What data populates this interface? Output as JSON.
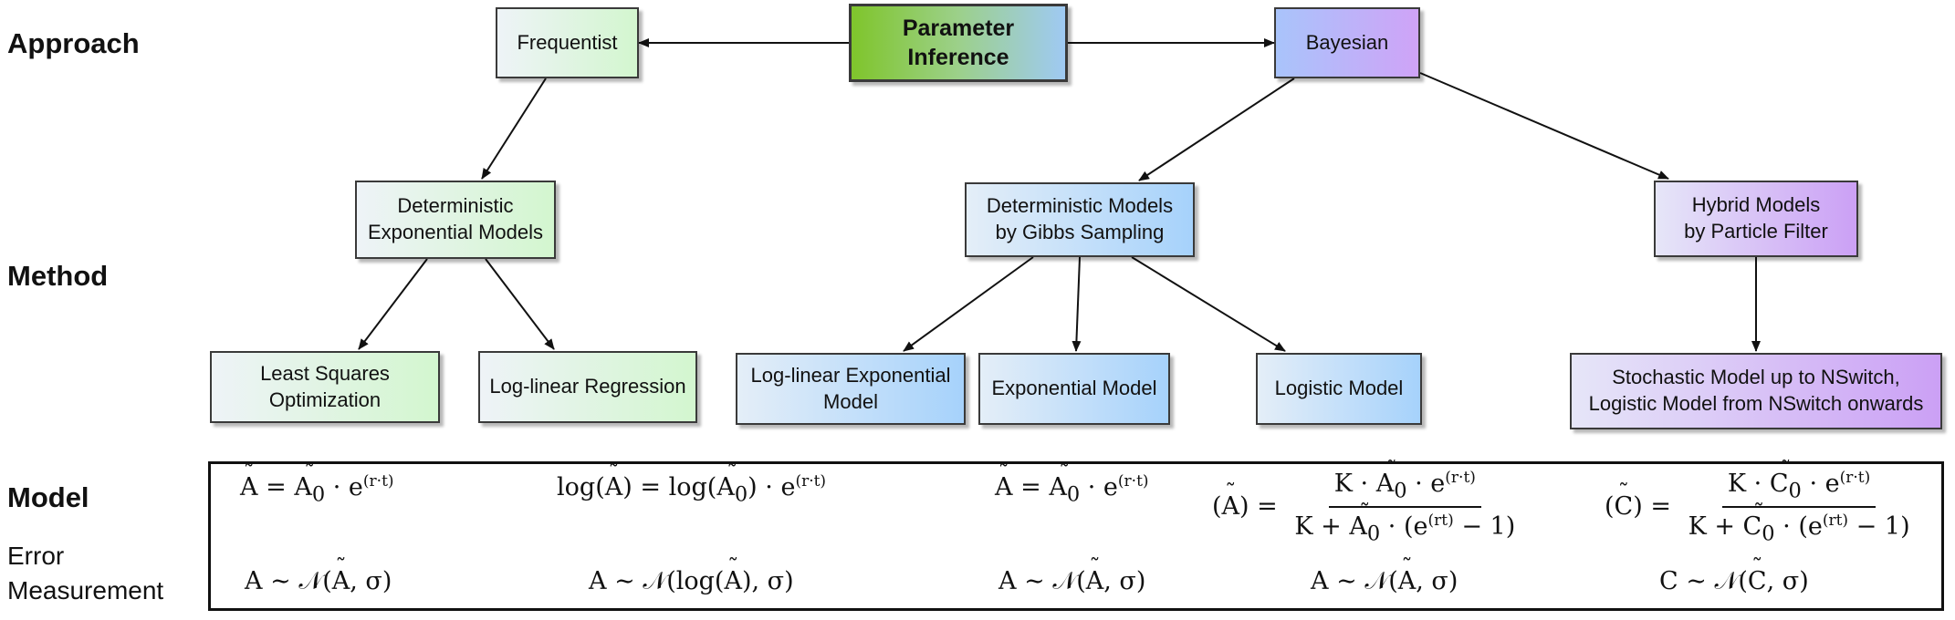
{
  "row_labels": {
    "approach": "Approach",
    "method": "Method",
    "model": "Model",
    "error_line1": "Error",
    "error_line2": "Measurement"
  },
  "nodes": {
    "root": {
      "line1": "Parameter",
      "line2": "Inference"
    },
    "frequentist": "Frequentist",
    "bayesian": "Bayesian",
    "deterministic_exponential": {
      "line1": "Deterministic",
      "line2": "Exponential Models"
    },
    "gibbs": {
      "line1": "Deterministic Models",
      "line2": "by Gibbs Sampling"
    },
    "hybrid": {
      "line1": "Hybrid Models",
      "line2": "by Particle Filter"
    },
    "least_squares": {
      "line1": "Least Squares",
      "line2": "Optimization"
    },
    "loglinear_regression": "Log-linear Regression",
    "loglinear_exponential": {
      "line1": "Log-linear Exponential",
      "line2": "Model"
    },
    "exponential_model": "Exponential Model",
    "logistic_model": "Logistic Model",
    "stochastic": {
      "line1": "Stochastic Model up to NSwitch,",
      "line2": "Logistic Model from NSwitch onwards"
    }
  },
  "models": {
    "m1": {
      "lhs": "A",
      "eq": "=",
      "base": "A",
      "sub": "0",
      "dot": "·",
      "e": "e",
      "exp": "(r·t)"
    },
    "m2": {
      "log": "log",
      "lhs": "A",
      "eq": "=",
      "base": "A",
      "sub": "0",
      "dot": "·",
      "e": "e",
      "exp": "(r·t)"
    },
    "m3": {
      "lhs": "A",
      "eq": "=",
      "base": "A",
      "sub": "0",
      "dot": "·",
      "e": "e",
      "exp": "(r·t)"
    },
    "m4": {
      "lhs": "A",
      "eq": "=",
      "K": "K",
      "dot": "·",
      "base": "A",
      "sub": "0",
      "e": "e",
      "exp": "(r·t)",
      "plus": "+",
      "den_exp": "(rt)",
      "minus": "− 1"
    },
    "m5": {
      "lhs": "C",
      "eq": "=",
      "K": "K",
      "dot": "·",
      "base": "C",
      "sub": "0",
      "e": "e",
      "exp": "(r·t)",
      "plus": "+",
      "den_exp": "(rt)",
      "minus": "− 1"
    }
  },
  "errors": {
    "e1": {
      "var": "A",
      "sim": "∼",
      "N": "𝒩",
      "arg": "A",
      "sigma": "σ"
    },
    "e2": {
      "var": "A",
      "sim": "∼",
      "N": "𝒩",
      "log": "log",
      "arg": "A",
      "sigma": "σ"
    },
    "e3": {
      "var": "A",
      "sim": "∼",
      "N": "𝒩",
      "arg": "A",
      "sigma": "σ"
    },
    "e4": {
      "var": "A",
      "sim": "∼",
      "N": "𝒩",
      "arg": "A",
      "sigma": "σ"
    },
    "e5": {
      "var": "C",
      "sim": "∼",
      "N": "𝒩",
      "arg": "C",
      "sigma": "σ"
    }
  },
  "colors": {
    "root_green": "#7fc52b",
    "frequentist_green": "#d3f6cf",
    "bayesian_blue": "#a6d2fb",
    "hybrid_purple": "#cba0f5",
    "arrow": "#111111"
  }
}
